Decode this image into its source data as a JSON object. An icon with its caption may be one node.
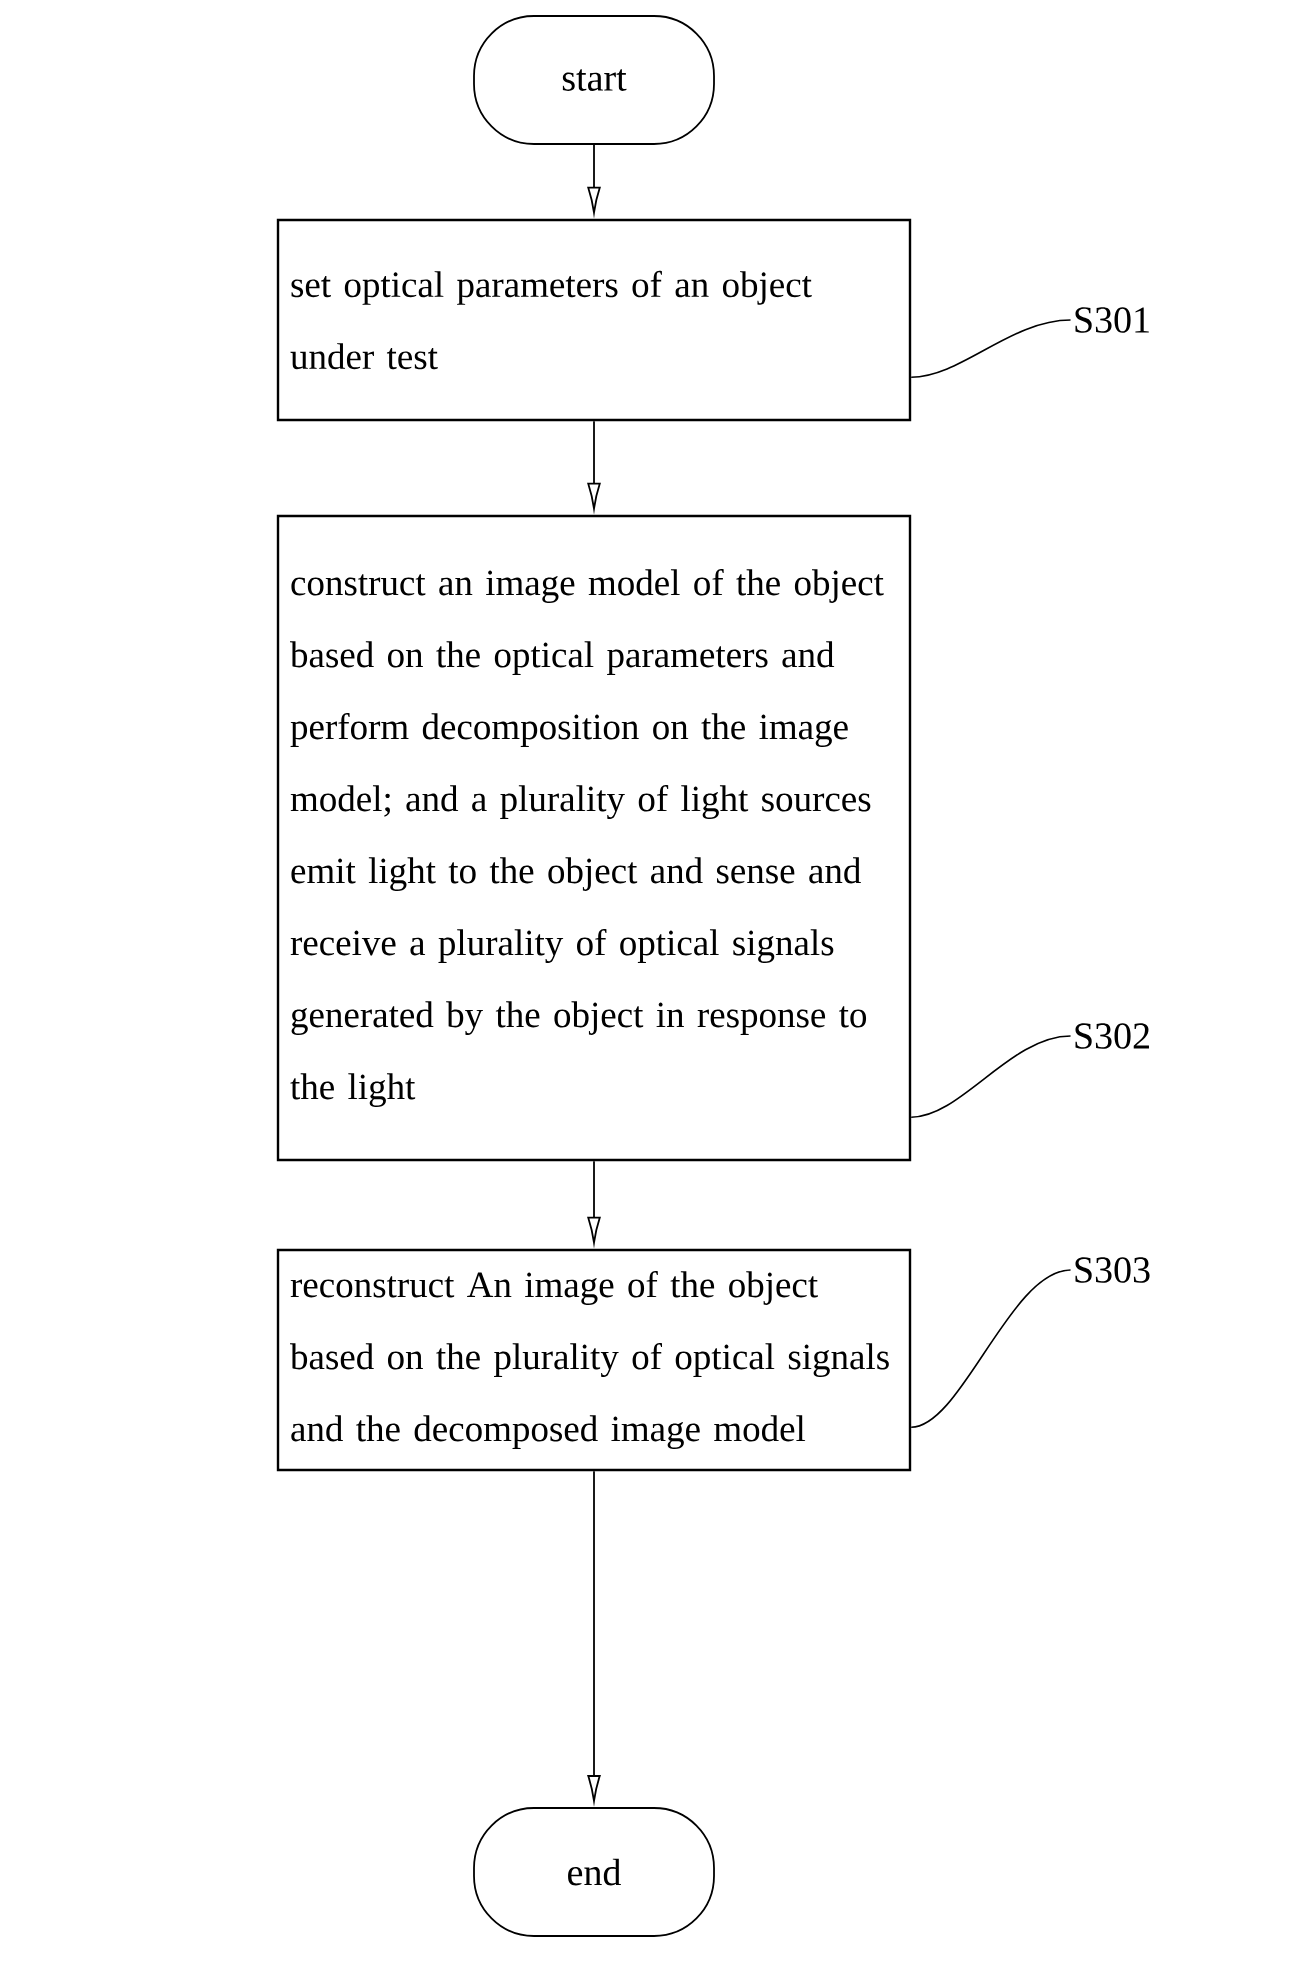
{
  "diagram": {
    "nodes": [
      {
        "text": [
          "start"
        ]
      },
      {
        "text": [
          "set optical parameters of an object under test"
        ]
      },
      {
        "text": [
          "construct an image model of the object based on the optical parameters and perform decomposition on the image model; and a plurality of light sources emit light to the object and sense and receive a plurality of optical signals generated by the object in response to the light"
        ]
      },
      {
        "text": [
          "reconstruct An image of the object based on the plurality of optical signals and the decomposed image model"
        ]
      },
      {
        "text": [
          "end"
        ]
      },
      {
        "text": [
          "S301"
        ]
      },
      {
        "text": [
          "S302"
        ]
      },
      {
        "text": [
          "S303"
        ]
      }
    ],
    "edges": [
      {
        "from": 0,
        "to": 1,
        "arrow": "to"
      },
      {
        "from": 1,
        "to": 2,
        "arrow": "to"
      },
      {
        "from": 2,
        "to": 3,
        "arrow": "to"
      },
      {
        "from": 3,
        "to": 4,
        "arrow": "to"
      },
      {
        "from": 5,
        "to": 1,
        "arrow": "none"
      },
      {
        "from": 6,
        "to": 2,
        "arrow": "none"
      },
      {
        "from": 7,
        "to": 3,
        "arrow": "none"
      }
    ]
  }
}
